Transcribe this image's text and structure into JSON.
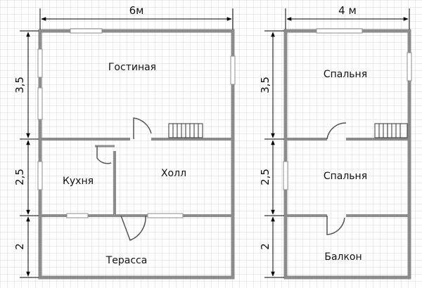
{
  "floor1": {
    "width_label": "6м",
    "heights": [
      "3,5",
      "2,5",
      "2"
    ],
    "rooms": {
      "living": "Гостиная",
      "kitchen": "Кухня",
      "hall": "Холл",
      "terrace": "Терасса"
    }
  },
  "floor2": {
    "width_label": "4 м",
    "heights": [
      "3,5",
      "2,5",
      "2"
    ],
    "rooms": {
      "bedroom_top": "Спальня",
      "bedroom_mid": "Спальня",
      "balcony": "Балкон"
    }
  },
  "colors": {
    "grid": "#d9d9d9",
    "wall": "#8c8c8c",
    "line": "#000000",
    "text": "#111111"
  }
}
